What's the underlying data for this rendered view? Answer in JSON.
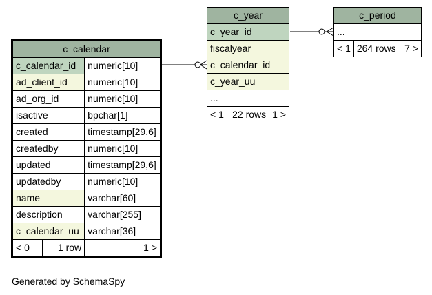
{
  "tables": {
    "c_calendar": {
      "name": "c_calendar",
      "columns": [
        {
          "name": "c_calendar_id",
          "type": "numeric[10]",
          "role": "pk"
        },
        {
          "name": "ad_client_id",
          "type": "numeric[10]",
          "role": "idx"
        },
        {
          "name": "ad_org_id",
          "type": "numeric[10]",
          "role": ""
        },
        {
          "name": "isactive",
          "type": "bpchar[1]",
          "role": ""
        },
        {
          "name": "created",
          "type": "timestamp[29,6]",
          "role": ""
        },
        {
          "name": "createdby",
          "type": "numeric[10]",
          "role": ""
        },
        {
          "name": "updated",
          "type": "timestamp[29,6]",
          "role": ""
        },
        {
          "name": "updatedby",
          "type": "numeric[10]",
          "role": ""
        },
        {
          "name": "name",
          "type": "varchar[60]",
          "role": "idx"
        },
        {
          "name": "description",
          "type": "varchar[255]",
          "role": ""
        },
        {
          "name": "c_calendar_uu",
          "type": "varchar[36]",
          "role": "idx"
        }
      ],
      "footer": {
        "parents": "< 0",
        "rows": "1 row",
        "children": "1 >"
      }
    },
    "c_year": {
      "name": "c_year",
      "columns": [
        {
          "name": "c_year_id",
          "role": "pk"
        },
        {
          "name": "fiscalyear",
          "role": "idx"
        },
        {
          "name": "c_calendar_id",
          "role": "idx"
        },
        {
          "name": "c_year_uu",
          "role": "idx"
        },
        {
          "name": "...",
          "role": ""
        }
      ],
      "footer": {
        "parents": "< 1",
        "rows": "22 rows",
        "children": "1 >"
      }
    },
    "c_period": {
      "name": "c_period",
      "columns": [
        {
          "name": "...",
          "role": ""
        }
      ],
      "footer": {
        "parents": "< 1",
        "rows": "264 rows",
        "children": "7 >"
      }
    }
  },
  "credit": "Generated by SchemaSpy"
}
